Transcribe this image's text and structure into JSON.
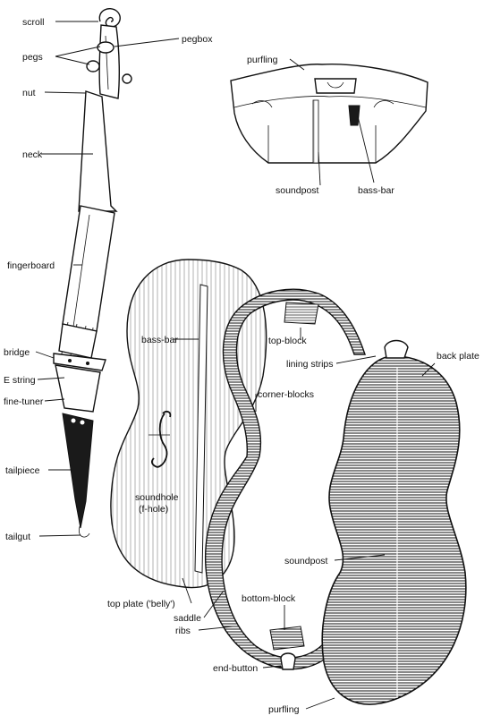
{
  "labels": {
    "scroll": "scroll",
    "pegs": "pegs",
    "pegbox": "pegbox",
    "nut": "nut",
    "neck": "neck",
    "fingerboard": "fingerboard",
    "bridge": "bridge",
    "e_string": "E string",
    "fine_tuner": "fine-tuner",
    "tailpiece": "tailpiece",
    "tailgut": "tailgut",
    "purfling_top": "purfling",
    "soundpost_top": "soundpost",
    "bass_bar_top": "bass-bar",
    "bass_bar_mid": "bass-bar",
    "top_block": "top-block",
    "lining_strips": "lining strips",
    "back_plate": "back plate",
    "corner_blocks": "corner-blocks",
    "soundhole": "soundhole",
    "soundhole_sub": "(f-hole)",
    "soundpost_low": "soundpost",
    "bottom_block": "bottom-block",
    "top_plate": "top plate ('belly')",
    "saddle": "saddle",
    "ribs": "ribs",
    "end_button": "end-button",
    "purfling_bottom": "purfling"
  }
}
